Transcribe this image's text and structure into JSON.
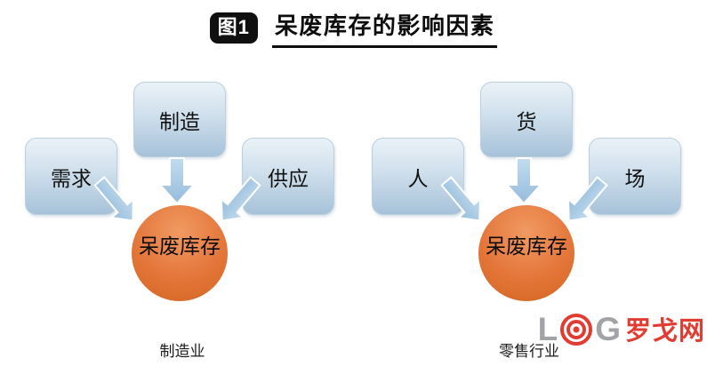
{
  "header": {
    "badge_label": "图1",
    "title": "呆废库存的影响因素"
  },
  "diagrams": [
    {
      "caption": "制造业",
      "center": "呆废库存",
      "factors": [
        "需求",
        "制造",
        "供应"
      ]
    },
    {
      "caption": "零售行业",
      "center": "呆废库存",
      "factors": [
        "人",
        "货",
        "场"
      ]
    }
  ],
  "logo": {
    "letter_l": "L",
    "letter_g": "G",
    "site_name": "罗戈网"
  },
  "colors": {
    "badge_bg": "#101010",
    "box_gradient_top": "#eaf2f8",
    "box_gradient_bottom": "#a6c2d9",
    "arrow_fill": "#a7cbe2",
    "circle_orange": "#e4763a",
    "logo_red": "#e23c32",
    "logo_gray": "#a2a3a7"
  }
}
